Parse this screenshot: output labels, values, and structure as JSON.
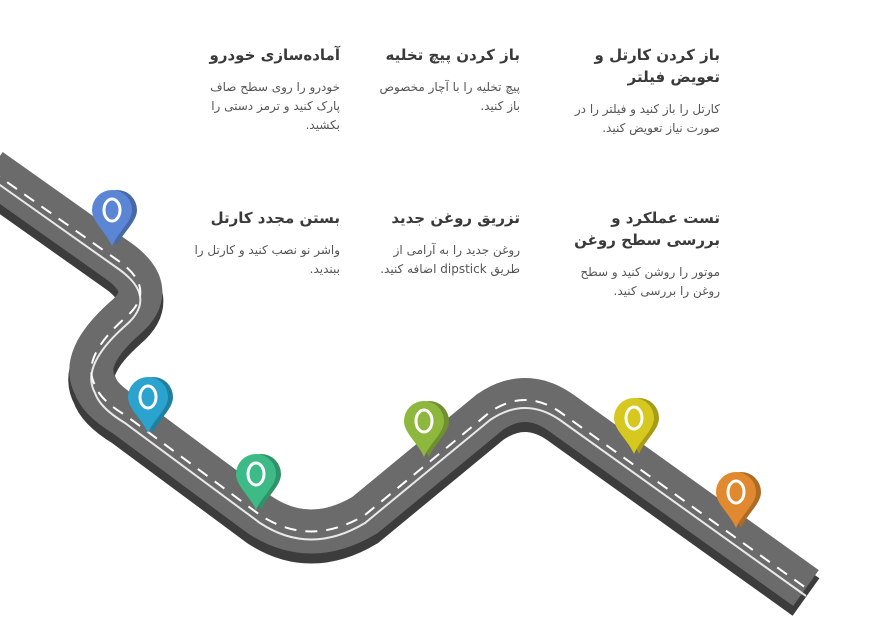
{
  "steps": [
    {
      "title": "آماده‌سازی خودرو",
      "desc": "خودرو را روی سطح صاف پارک کنید و ترمز دستی را بکشید.",
      "color": "#5b86d6"
    },
    {
      "title": "باز کردن پیچ تخلیه",
      "desc": "پیچ تخلیه را با آچار مخصوص باز کنید.",
      "color": "#2aa3cf"
    },
    {
      "title": "باز کردن کارتل و تعویض فیلتر",
      "desc": "کارتل را باز کنید و فیلتر را در صورت نیاز تعویض کنید.",
      "color": "#3dbb87"
    },
    {
      "title": "بستن مجدد کارتل",
      "desc": "واشر نو نصب کنید و کارتل را ببندید.",
      "color": "#8db83d"
    },
    {
      "title": "تزریق روغن جدید",
      "desc": "روغن جدید را به آرامی از طریق dipstick اضافه کنید.",
      "color": "#d6c81e"
    },
    {
      "title": "تست عملکرد و بررسی سطح روغن",
      "desc": "موتور را روشن کنید و سطح روغن را بررسی کنید.",
      "color": "#e0892f"
    }
  ]
}
